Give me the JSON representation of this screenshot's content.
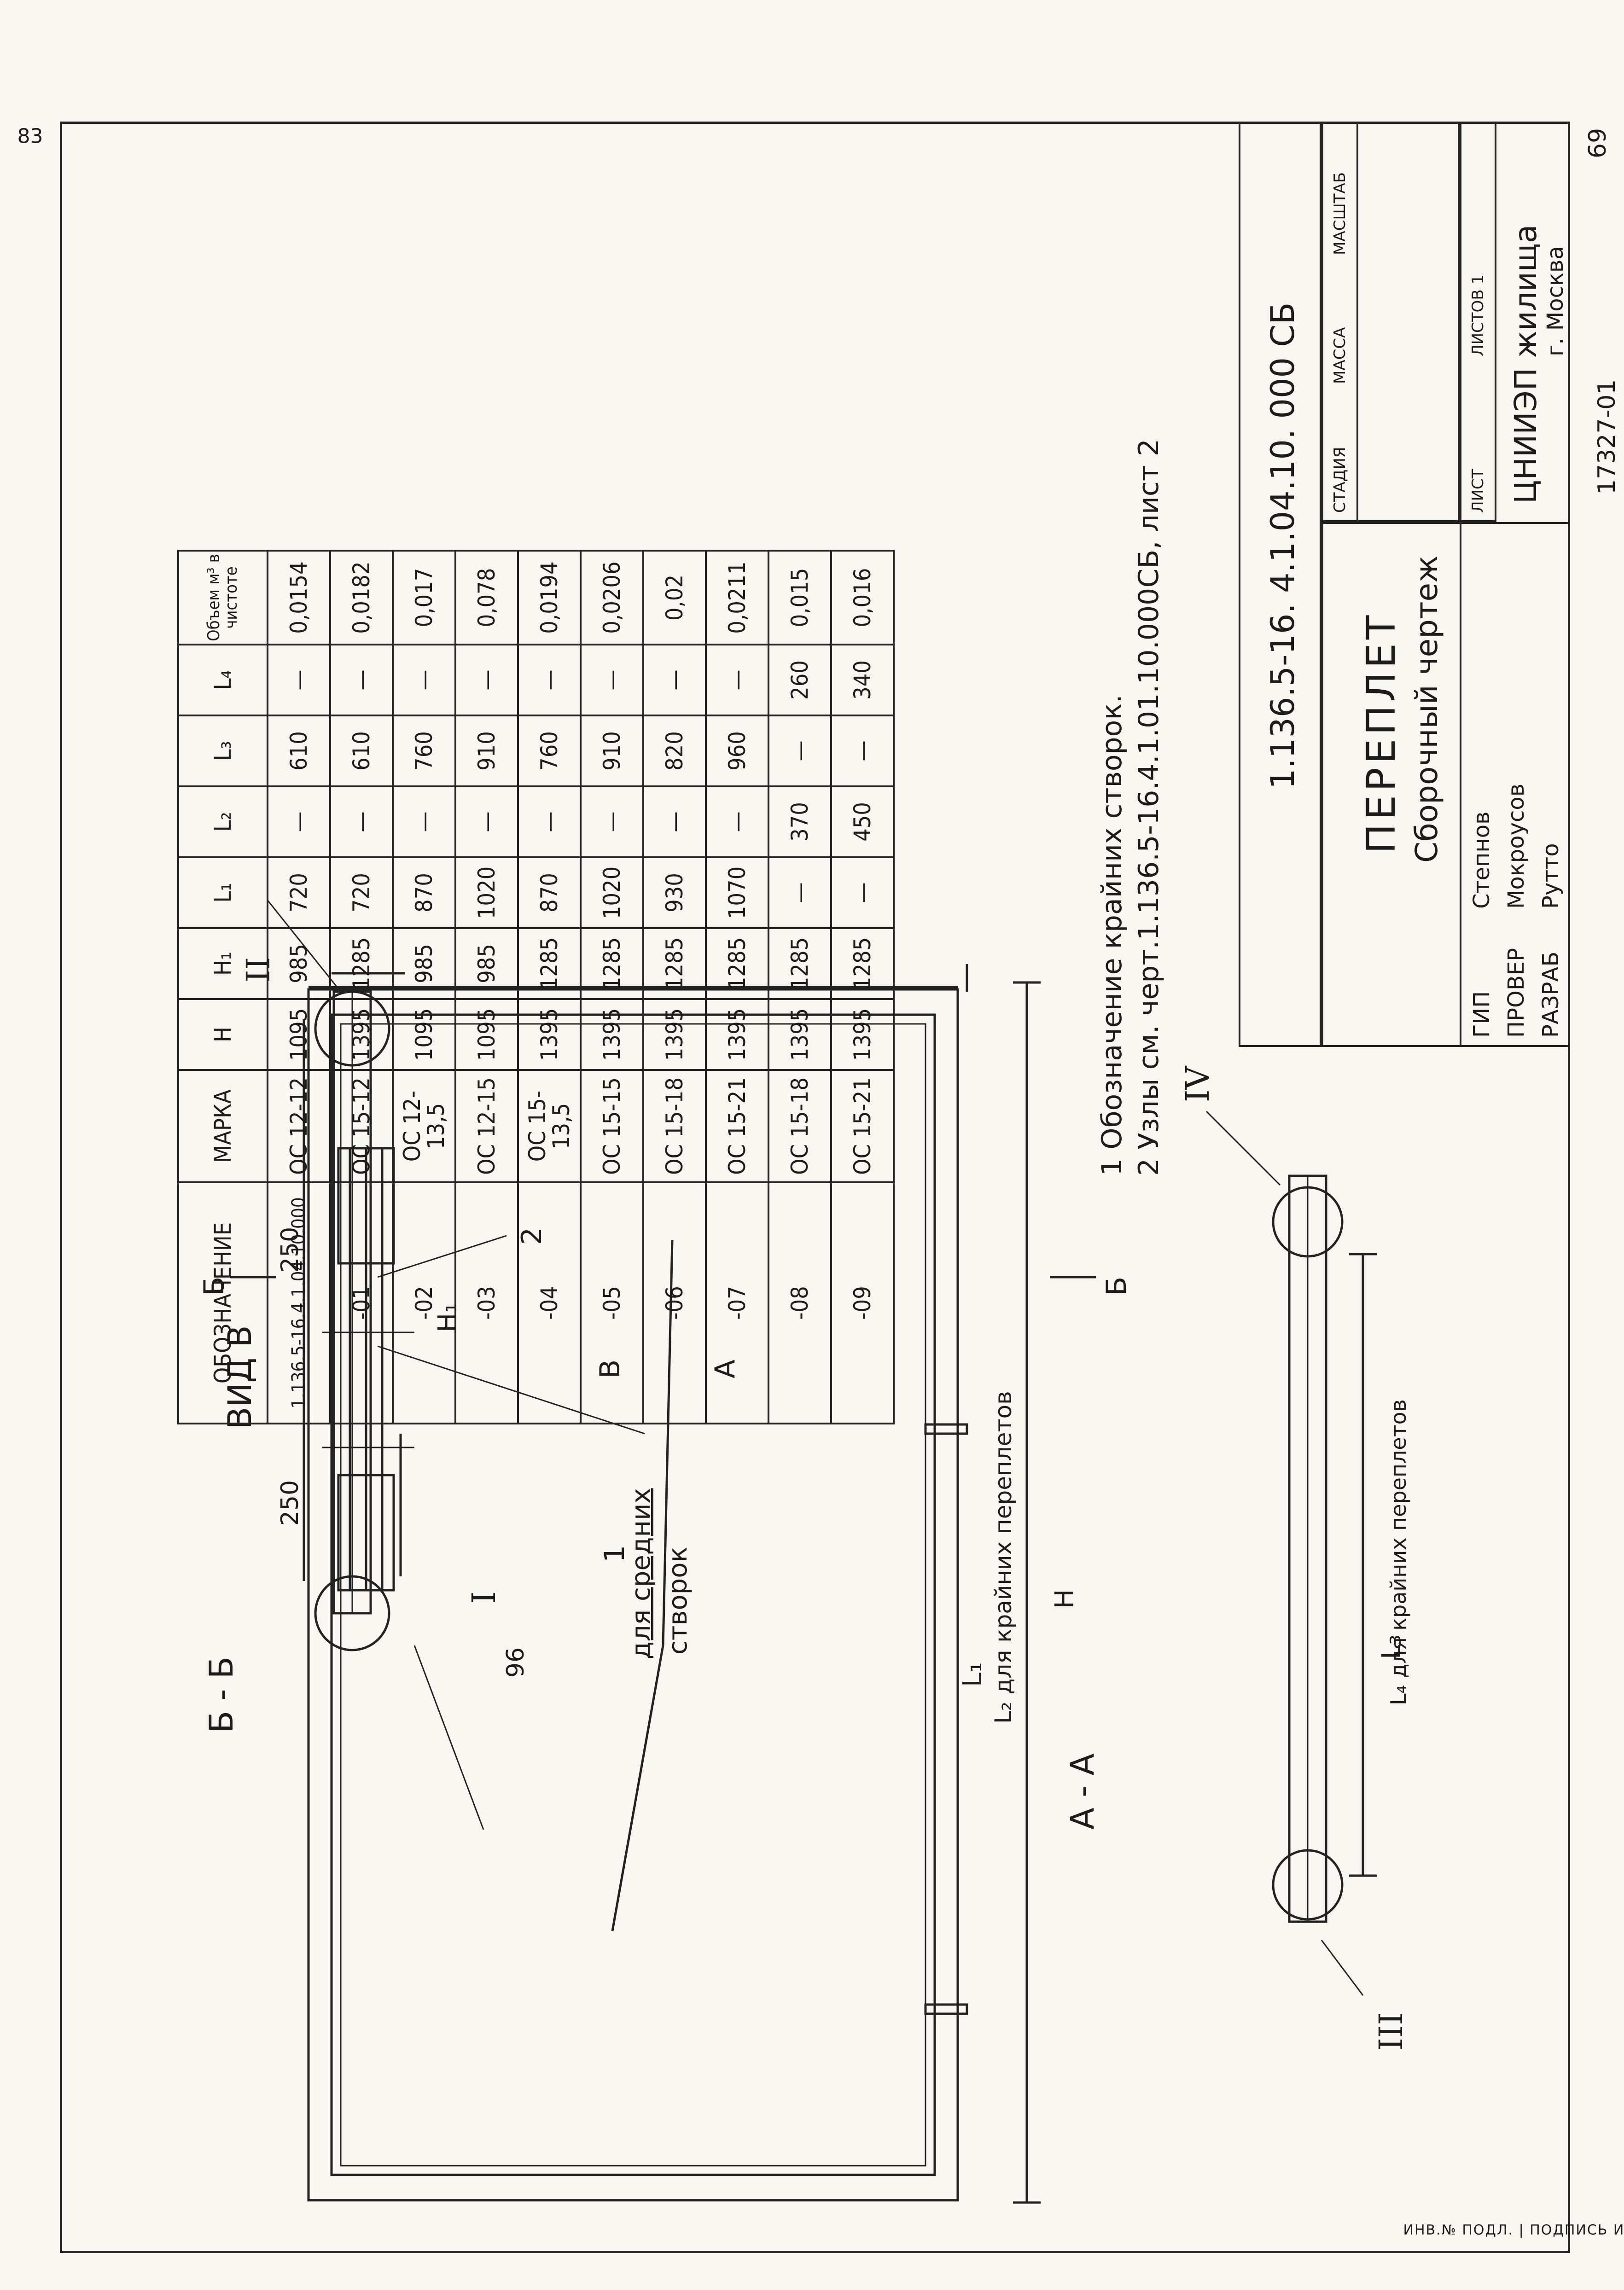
{
  "spec_table": {
    "columns": [
      "ОБОЗНАЧЕНИЕ",
      "МАРКА",
      "H",
      "H₁",
      "L₁",
      "L₂",
      "L₃",
      "L₄",
      "Объем м³ в чистоте"
    ],
    "rows": [
      [
        "1.136.5-16.4.1.04.10.000",
        "ОС 12-12",
        "1095",
        "985",
        "720",
        "—",
        "610",
        "—",
        "0,0154"
      ],
      [
        "-01",
        "ОС 15-12",
        "1395",
        "1285",
        "720",
        "—",
        "610",
        "—",
        "0,0182"
      ],
      [
        "-02",
        "ОС 12-13,5",
        "1095",
        "985",
        "870",
        "—",
        "760",
        "—",
        "0,017"
      ],
      [
        "-03",
        "ОС 12-15",
        "1095",
        "985",
        "1020",
        "—",
        "910",
        "—",
        "0,078"
      ],
      [
        "-04",
        "ОС 15-13,5",
        "1395",
        "1285",
        "870",
        "—",
        "760",
        "—",
        "0,0194"
      ],
      [
        "-05",
        "ОС 15-15",
        "1395",
        "1285",
        "1020",
        "—",
        "910",
        "—",
        "0,0206"
      ],
      [
        "-06",
        "ОС 15-18",
        "1395",
        "1285",
        "930",
        "—",
        "820",
        "—",
        "0,02"
      ],
      [
        "-07",
        "ОС 15-21",
        "1395",
        "1285",
        "1070",
        "—",
        "960",
        "—",
        "0,0211"
      ],
      [
        "-08",
        "ОС 15-18",
        "1395",
        "1285",
        "—",
        "370",
        "—",
        "260",
        "0,015"
      ],
      [
        "-09",
        "ОС 15-21",
        "1395",
        "1285",
        "—",
        "450",
        "—",
        "340",
        "0,016"
      ]
    ]
  },
  "notes": [
    "1 Обозначение крайних створок.",
    "2 Узлы см. черт.1.136.5-16.4.1.01.10.000СБ, лист 2"
  ],
  "title_block": {
    "doc_code": "1.136.5-16. 4.1.04.10. 000 СБ",
    "title": "ПЕРЕПЛЕТ",
    "subtitle": "Сборочный чертеж",
    "stage_label": "СТАДИЯ",
    "mass_label": "МАССА",
    "scale_label": "МАСШТАБ",
    "sheet_label": "ЛИСТ",
    "sheets_label": "ЛИСТОВ 1",
    "organization": "ЦНИИЭП жилища",
    "city": "г. Москва",
    "roles": [
      {
        "role": "ГИП",
        "name": "Степнов"
      },
      {
        "role": "ПРОВЕР",
        "name": "Мокроусов"
      },
      {
        "role": "РАЗРАБ",
        "name": "Рутто"
      }
    ],
    "inventory_no": "17327-01",
    "page_no": "69"
  },
  "drawing_labels": {
    "section_bb": "Б - Б",
    "section_aa": "А - А",
    "view_b": "ВИД В",
    "callout_1": "1",
    "callout_2": "2",
    "node_I": "I",
    "node_II": "II",
    "node_III": "III",
    "node_IV": "IV",
    "dim_96": "96",
    "dim_250": "250",
    "dim_H1": "H₁",
    "dim_H": "H",
    "dim_L1": "L₁",
    "dim_L2": "L₂ для крайних переплетов",
    "dim_L3": "L₃",
    "dim_L4": "L₄ для крайних переплетов",
    "mid_sash_1": "для средних",
    "mid_sash_2": "створок",
    "arrow_b": "Б",
    "arrow_v": "В",
    "arrow_a": "А"
  },
  "margin_stamp": "ИНВ.№ ПОДЛ. | ПОДПИСЬ И ДАТА | ВЗАМ. ИНВ.№",
  "corner_mark": "83"
}
